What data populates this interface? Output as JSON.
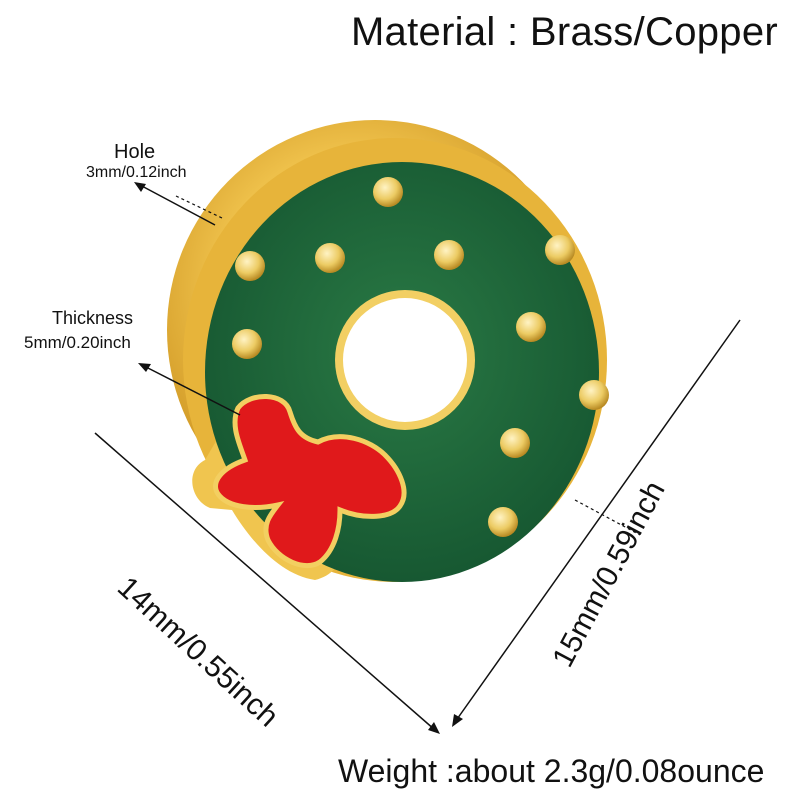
{
  "title": "Material : Brass/Copper",
  "weight": "Weight :about 2.3g/0.08ounce",
  "hole": {
    "label": "Hole",
    "size": "3mm/0.12inch"
  },
  "thickness": {
    "label": "Thickness",
    "size": "5mm/0.20inch"
  },
  "dimensions": {
    "width": "14mm/0.55inch",
    "height": "15mm/0.59inch"
  },
  "colors": {
    "enamel_green": "#1f6b3a",
    "bow_red": "#e0191b",
    "gold": "#e9b93a",
    "gold_light": "#f7dc7e",
    "dot_gold": "#ecc85c"
  },
  "product": {
    "name_icon": "christmas-wreath-charm-icon"
  }
}
